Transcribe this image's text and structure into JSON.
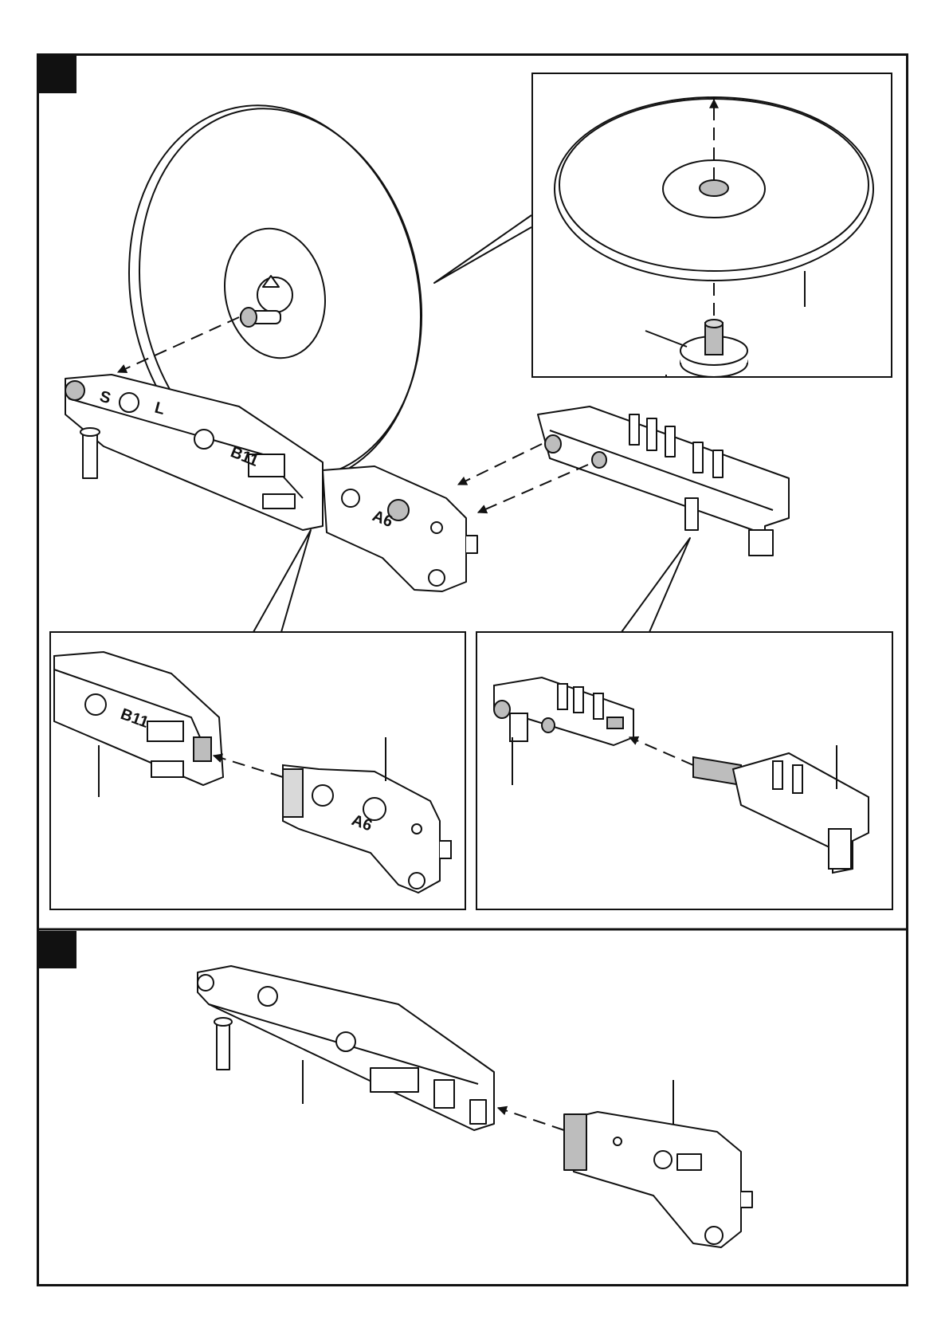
{
  "steps": [
    {
      "panels": [
        {
          "kind": "main"
        },
        {
          "kind": "inset-turntable"
        },
        {
          "kind": "inset-arm-detail"
        },
        {
          "kind": "inset-rail-detail"
        }
      ]
    },
    {
      "panels": [
        {
          "kind": "arm-assembly"
        }
      ]
    }
  ],
  "part_labels": {
    "arm_s": "S",
    "arm_l": "L",
    "arm_b11": "B11",
    "plate_a6": "A6",
    "inset_b11": "B11",
    "inset_a6": "A6"
  },
  "colors": {
    "line": "#111111",
    "fill": "#ffffff",
    "shade": "#bdbdbd",
    "highlight": "#d9d9d9"
  }
}
